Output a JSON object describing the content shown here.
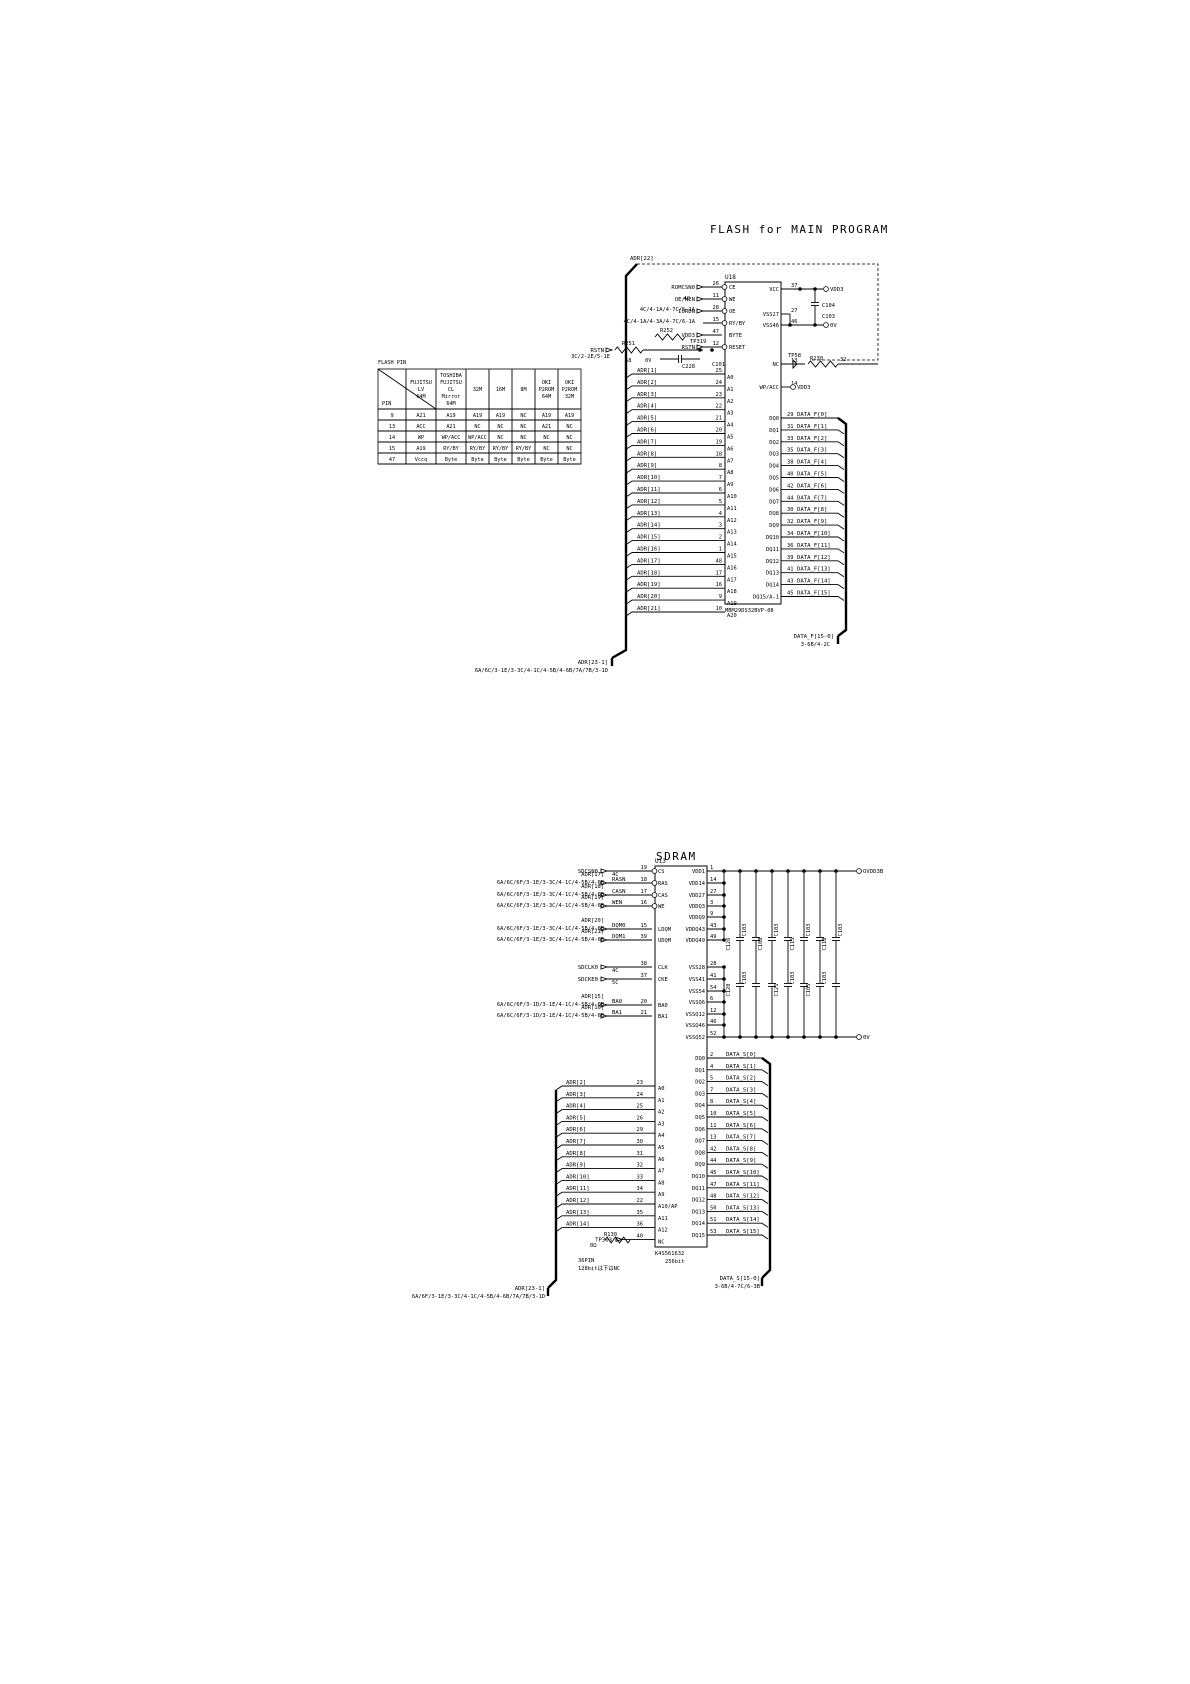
{
  "flash": {
    "title": "FLASH for MAIN PROGRAM",
    "ref": "U18",
    "part": "MBM29DS32BVP-08",
    "top_bus": "ADR[22]",
    "left_pins": [
      {
        "net": "ROMCSN0",
        "num": "26",
        "name": "CE"
      },
      {
        "net": "OE/WEN",
        "num": "11",
        "name": "WE"
      },
      {
        "net": "IORDN",
        "num": "28",
        "name": "OE"
      },
      {
        "net": "",
        "num": "15",
        "name": "RY/BY"
      },
      {
        "net": "VDD3",
        "num": "47",
        "name": "BYTE"
      },
      {
        "net": "RSTN",
        "num": "12",
        "name": "RESET"
      }
    ],
    "left_notes": [
      "4C",
      "4C/4-1A/4-7C/5-1A",
      "4C/4-1A/4-3A/4-7C/6-1A",
      "3C/2-2E/5-1E"
    ],
    "parts": [
      "R251",
      "R252",
      "TP319",
      "C101",
      "C228",
      "68",
      "0V"
    ],
    "addr_pins": [
      {
        "net": "ADR[1]",
        "num": "25",
        "name": "A0"
      },
      {
        "net": "ADR[2]",
        "num": "24",
        "name": "A1"
      },
      {
        "net": "ADR[3]",
        "num": "23",
        "name": "A2"
      },
      {
        "net": "ADR[4]",
        "num": "22",
        "name": "A3"
      },
      {
        "net": "ADR[5]",
        "num": "21",
        "name": "A4"
      },
      {
        "net": "ADR[6]",
        "num": "20",
        "name": "A5"
      },
      {
        "net": "ADR[7]",
        "num": "19",
        "name": "A6"
      },
      {
        "net": "ADR[8]",
        "num": "18",
        "name": "A7"
      },
      {
        "net": "ADR[9]",
        "num": "8",
        "name": "A8"
      },
      {
        "net": "ADR[10]",
        "num": "7",
        "name": "A9"
      },
      {
        "net": "ADR[11]",
        "num": "6",
        "name": "A10"
      },
      {
        "net": "ADR[12]",
        "num": "5",
        "name": "A11"
      },
      {
        "net": "ADR[13]",
        "num": "4",
        "name": "A12"
      },
      {
        "net": "ADR[14]",
        "num": "3",
        "name": "A13"
      },
      {
        "net": "ADR[15]",
        "num": "2",
        "name": "A14"
      },
      {
        "net": "ADR[16]",
        "num": "1",
        "name": "A15"
      },
      {
        "net": "ADR[17]",
        "num": "48",
        "name": "A16"
      },
      {
        "net": "ADR[18]",
        "num": "17",
        "name": "A17"
      },
      {
        "net": "ADR[19]",
        "num": "16",
        "name": "A18"
      },
      {
        "net": "ADR[20]",
        "num": "9",
        "name": "A19"
      },
      {
        "net": "ADR[21]",
        "num": "10",
        "name": "A20"
      }
    ],
    "right_power": [
      {
        "name": "VCC",
        "num": "37",
        "net": "VDD3"
      },
      {
        "name": "VSS27",
        "num": "27",
        "net": ""
      },
      {
        "name": "VSS46",
        "num": "46",
        "net": "0V"
      },
      {
        "name": "NC",
        "num": "13",
        "net": "TP58"
      },
      {
        "name": "WP/ACC",
        "num": "14",
        "net": "VDD3"
      }
    ],
    "power_parts": [
      "C104",
      "C103",
      "R230",
      "32"
    ],
    "data_pins": [
      {
        "name": "DQ0",
        "num": "29",
        "net": "DATA_F[0]"
      },
      {
        "name": "DQ1",
        "num": "31",
        "net": "DATA_F[1]"
      },
      {
        "name": "DQ2",
        "num": "33",
        "net": "DATA_F[2]"
      },
      {
        "name": "DQ3",
        "num": "35",
        "net": "DATA_F[3]"
      },
      {
        "name": "DQ4",
        "num": "38",
        "net": "DATA_F[4]"
      },
      {
        "name": "DQ5",
        "num": "40",
        "net": "DATA_F[5]"
      },
      {
        "name": "DQ6",
        "num": "42",
        "net": "DATA_F[6]"
      },
      {
        "name": "DQ7",
        "num": "44",
        "net": "DATA_F[7]"
      },
      {
        "name": "DQ8",
        "num": "30",
        "net": "DATA_F[8]"
      },
      {
        "name": "DQ9",
        "num": "32",
        "net": "DATA_F[9]"
      },
      {
        "name": "DQ10",
        "num": "34",
        "net": "DATA_F[10]"
      },
      {
        "name": "DQ11",
        "num": "36",
        "net": "DATA_F[11]"
      },
      {
        "name": "DQ12",
        "num": "39",
        "net": "DATA_F[12]"
      },
      {
        "name": "DQ13",
        "num": "41",
        "net": "DATA_F[13]"
      },
      {
        "name": "DQ14",
        "num": "43",
        "net": "DATA_F[14]"
      },
      {
        "name": "DQ15/A-1",
        "num": "45",
        "net": "DATA_F[15]"
      }
    ],
    "addr_bus_label": "ADR[23-1]",
    "addr_bus_ref": "6A/6C/3-1E/3-3C/4-1C/4-5B/4-6B/7A/7B/3-1D",
    "data_bus_label": "DATA_F[15-0]",
    "data_bus_ref": "3-6B/4-2C"
  },
  "flash_table": {
    "title": "FLASH PIN",
    "headers": [
      "PIN",
      "FUJITSU LV 64M",
      "TOSHIBA FUJITSU CL Mirror 64M",
      "32M",
      "16M",
      "8M",
      "OKI P2ROM 64M",
      "OKI P2ROM 32M"
    ],
    "rows": [
      [
        "9",
        "A21",
        "A19",
        "A19",
        "A19",
        "NC",
        "A19",
        "A19"
      ],
      [
        "13",
        "ACC",
        "A21",
        "NC",
        "NC",
        "NC",
        "A21",
        "NC"
      ],
      [
        "14",
        "WP",
        "WP/ACC",
        "WP/ACC",
        "NC",
        "NC",
        "NC",
        "NC"
      ],
      [
        "15",
        "A19",
        "RY/BY",
        "RY/BY",
        "RY/BY",
        "RY/BY",
        "NC",
        "NC"
      ],
      [
        "47",
        "Vccq",
        "Byte",
        "Byte",
        "Byte",
        "Byte",
        "Byte",
        "Byte"
      ]
    ]
  },
  "sdram": {
    "title": "SDRAM",
    "ref": "U13",
    "part": "K4S561632",
    "part2": "256bit",
    "ctrl_pins": [
      {
        "net": "SDCSN0",
        "num": "19",
        "name": "CS"
      },
      {
        "net": "RASN",
        "num": "18",
        "name": "RAS"
      },
      {
        "net": "CASN",
        "num": "17",
        "name": "CAS"
      },
      {
        "net": "WEN",
        "num": "16",
        "name": "WE"
      },
      {
        "net": "DQM0",
        "num": "15",
        "name": "LDQM"
      },
      {
        "net": "DQM1",
        "num": "39",
        "name": "UDQM"
      },
      {
        "net": "SDCLK0",
        "num": "38",
        "name": "CLK"
      },
      {
        "net": "SDCKE0",
        "num": "37",
        "name": "CKE"
      },
      {
        "net": "BA0",
        "num": "20",
        "name": "BA0"
      },
      {
        "net": "BA1",
        "num": "21",
        "name": "BA1"
      }
    ],
    "ctrl_notes": [
      {
        "adr": "ADR[17]",
        "ref": "6A/6C/6F/3-1E/3-3C/4-1C/4-5B/4-6B"
      },
      {
        "adr": "ADR[18]",
        "ref": "6A/6C/6F/3-1E/3-3C/4-1C/4-5B/4-6B"
      },
      {
        "adr": "ADR[19]",
        "ref": "6A/6C/6F/3-1E/3-3C/4-1C/4-5B/4-6B"
      },
      {
        "adr": "ADR[20]",
        "ref": "6A/6C/6F/3-1E/3-3C/4-1C/4-5B/4-6B"
      },
      {
        "adr": "ADR[21]",
        "ref": "6A/6C/6F/3-1E/3-3C/4-1C/4-5B/4-6B"
      },
      {
        "adr": "ADR[15]",
        "ref": "6A/6C/6F/3-1D/3-1E/4-1C/4-5B/4-6B"
      },
      {
        "adr": "ADR[16]",
        "ref": "6A/6C/6F/3-1D/3-1E/4-1C/4-5B/4-6B"
      }
    ],
    "ctrl_small": [
      "4C",
      "5C"
    ],
    "addr_pins": [
      {
        "net": "ADR[2]",
        "num": "23",
        "name": "A0"
      },
      {
        "net": "ADR[3]",
        "num": "24",
        "name": "A1"
      },
      {
        "net": "ADR[4]",
        "num": "25",
        "name": "A2"
      },
      {
        "net": "ADR[5]",
        "num": "26",
        "name": "A3"
      },
      {
        "net": "ADR[6]",
        "num": "29",
        "name": "A4"
      },
      {
        "net": "ADR[7]",
        "num": "30",
        "name": "A5"
      },
      {
        "net": "ADR[8]",
        "num": "31",
        "name": "A6"
      },
      {
        "net": "ADR[9]",
        "num": "32",
        "name": "A7"
      },
      {
        "net": "ADR[10]",
        "num": "33",
        "name": "A8"
      },
      {
        "net": "ADR[11]",
        "num": "34",
        "name": "A9"
      },
      {
        "net": "ADR[12]",
        "num": "22",
        "name": "A10/AP"
      },
      {
        "net": "ADR[13]",
        "num": "35",
        "name": "A11"
      },
      {
        "net": "ADR[14]",
        "num": "36",
        "name": "A12"
      },
      {
        "net": "TP303",
        "num": "40",
        "name": "NC"
      }
    ],
    "addr_parts": [
      "R130",
      "0Ω",
      "36PIN",
      "128bitは下はNC"
    ],
    "power_pins": [
      {
        "name": "VDD1",
        "num": "1"
      },
      {
        "name": "VDD14",
        "num": "14"
      },
      {
        "name": "VDD27",
        "num": "27"
      },
      {
        "name": "VDDQ3",
        "num": "3"
      },
      {
        "name": "VDDQ9",
        "num": "9"
      },
      {
        "name": "VDDQ43",
        "num": "43"
      },
      {
        "name": "VDDQ49",
        "num": "49"
      },
      {
        "name": "VSS28",
        "num": "28"
      },
      {
        "name": "VSS41",
        "num": "41"
      },
      {
        "name": "VSS54",
        "num": "54"
      },
      {
        "name": "VSSQ6",
        "num": "6"
      },
      {
        "name": "VSSQ12",
        "num": "12"
      },
      {
        "name": "VSSQ46",
        "num": "46"
      },
      {
        "name": "VSSQ52",
        "num": "52"
      }
    ],
    "power_nets": [
      "OVDD3B",
      "0V"
    ],
    "caps": [
      "C126",
      "C103",
      "C108",
      "C103",
      "C115",
      "C103",
      "C118",
      "C103",
      "C120",
      "C103",
      "C121",
      "C103",
      "C105",
      "C103"
    ],
    "data_pins": [
      {
        "name": "DQ0",
        "num": "2",
        "net": "DATA_S[0]"
      },
      {
        "name": "DQ1",
        "num": "4",
        "net": "DATA_S[1]"
      },
      {
        "name": "DQ2",
        "num": "5",
        "net": "DATA_S[2]"
      },
      {
        "name": "DQ3",
        "num": "7",
        "net": "DATA_S[3]"
      },
      {
        "name": "DQ4",
        "num": "8",
        "net": "DATA_S[4]"
      },
      {
        "name": "DQ5",
        "num": "10",
        "net": "DATA_S[5]"
      },
      {
        "name": "DQ6",
        "num": "11",
        "net": "DATA_S[6]"
      },
      {
        "name": "DQ7",
        "num": "13",
        "net": "DATA_S[7]"
      },
      {
        "name": "DQ8",
        "num": "42",
        "net": "DATA_S[8]"
      },
      {
        "name": "DQ9",
        "num": "44",
        "net": "DATA_S[9]"
      },
      {
        "name": "DQ10",
        "num": "45",
        "net": "DATA_S[10]"
      },
      {
        "name": "DQ11",
        "num": "47",
        "net": "DATA_S[11]"
      },
      {
        "name": "DQ12",
        "num": "48",
        "net": "DATA_S[12]"
      },
      {
        "name": "DQ13",
        "num": "50",
        "net": "DATA_S[13]"
      },
      {
        "name": "DQ14",
        "num": "51",
        "net": "DATA_S[14]"
      },
      {
        "name": "DQ15",
        "num": "53",
        "net": "DATA_S[15]"
      }
    ],
    "addr_bus_label": "ADR[23-1]",
    "addr_bus_ref": "6A/6F/3-1E/3-3C/4-1C/4-5B/4-6B/7A/7B/3-1D",
    "data_bus_label": "DATA_S[15-0]",
    "data_bus_ref": "3-6B/4-7C/6-3B"
  }
}
